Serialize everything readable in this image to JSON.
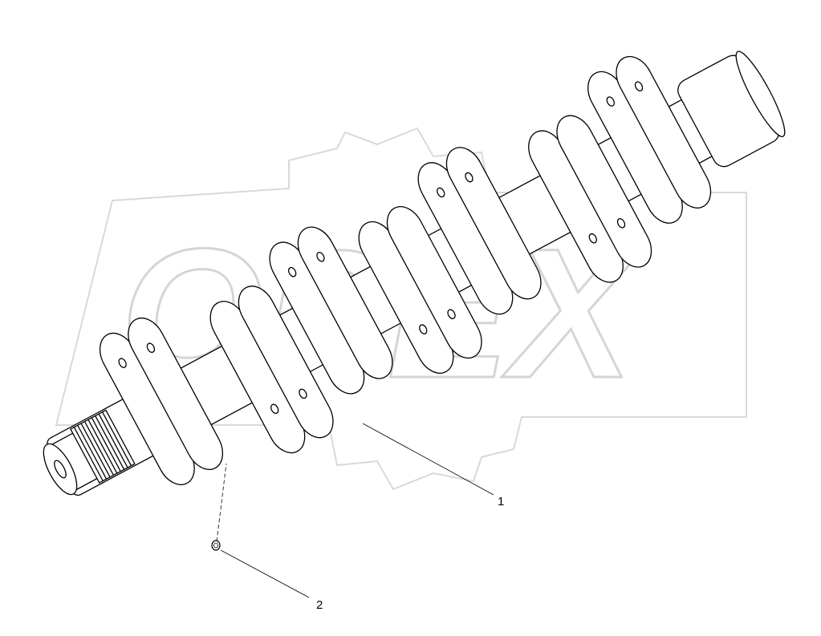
{
  "drawing": {
    "subject": "crankshaft",
    "watermark": "OPEX",
    "callouts": [
      {
        "label": "1"
      },
      {
        "label": "2"
      }
    ]
  }
}
